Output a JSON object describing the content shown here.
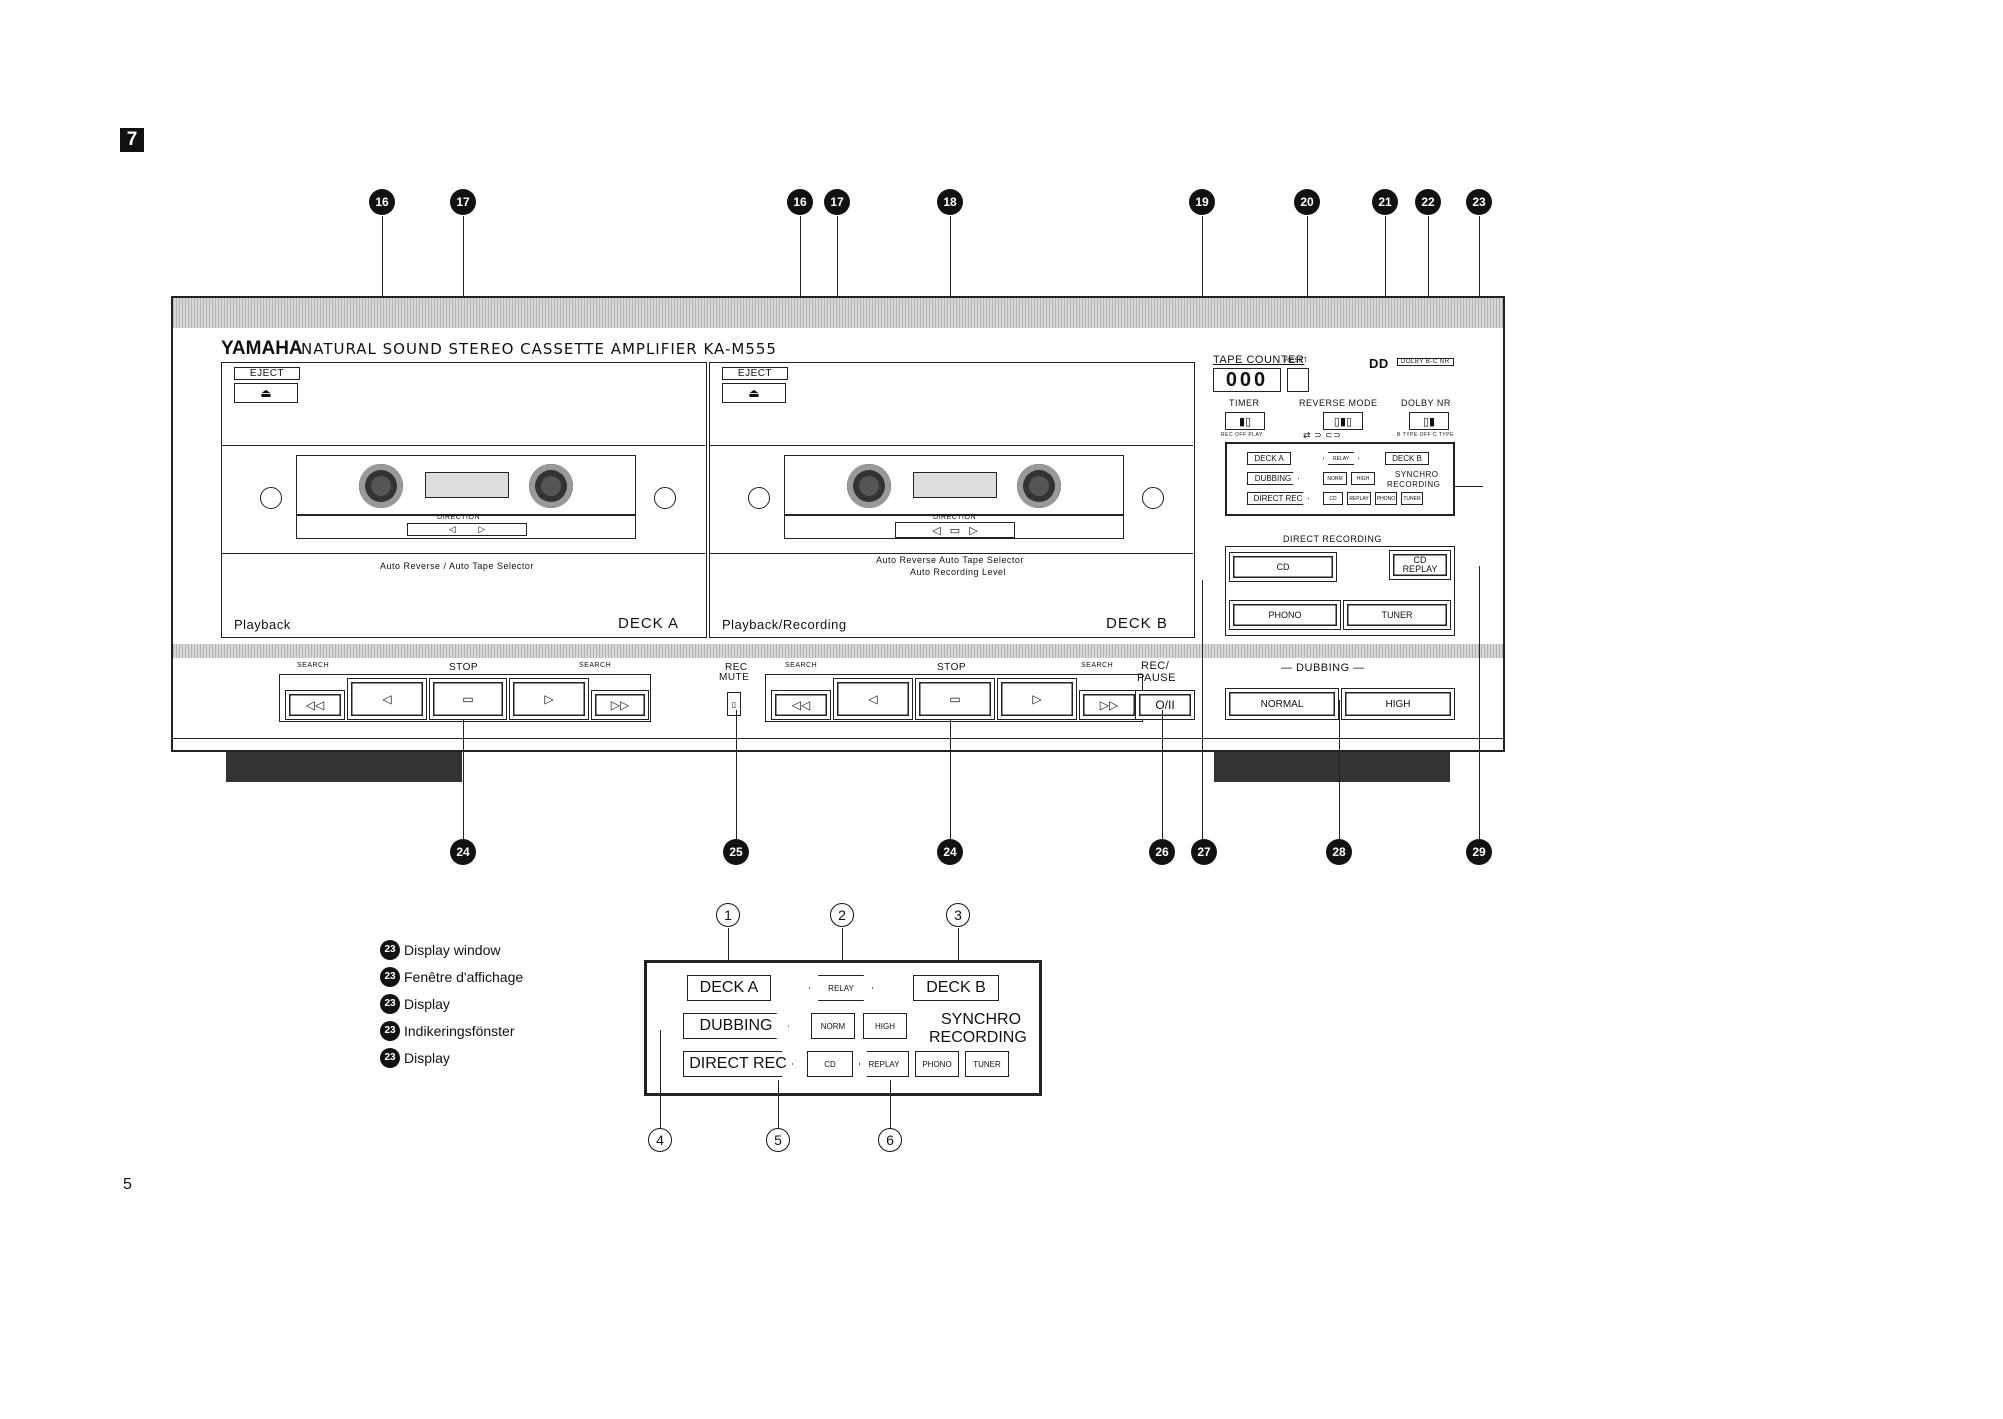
{
  "section_mark": "7",
  "page_number": "5",
  "brand": "YAMAHA",
  "model_title": "NATURAL SOUND STEREO CASSETTE AMPLIFIER KA-M555",
  "callouts_top": [
    "16",
    "17",
    "16",
    "17",
    "18",
    "19",
    "20",
    "21",
    "22",
    "23"
  ],
  "callouts_bottom": [
    "24",
    "25",
    "24",
    "26",
    "27",
    "28",
    "29"
  ],
  "deck_a": {
    "eject": "EJECT",
    "direction": "DIRECTION",
    "feature": "Auto Reverse / Auto Tape Selector",
    "mode": "Playback",
    "name": "DECK A"
  },
  "deck_b": {
    "eject": "EJECT",
    "direction": "DIRECTION",
    "feature_line1": "Auto Reverse  Auto Tape Selector",
    "feature_line2": "Auto Recording Level",
    "mode": "Playback/Recording",
    "name": "DECK B"
  },
  "right_panel": {
    "tape_counter": "TAPE COUNTER",
    "reset": "RESET",
    "counter_digits": "000",
    "dolby_badge": "DOLBY B-C NR",
    "timer": "TIMER",
    "reverse_mode": "REVERSE MODE",
    "dolby_nr": "DOLBY NR",
    "timer_pos": "REC  OFF  PLAY",
    "dolby_pos": "B TYPE  OFF  C TYPE",
    "display": {
      "deck_a": "DECK A",
      "relay": "RELAY",
      "deck_b": "DECK B",
      "dubbing": "DUBBING",
      "norm": "NORM",
      "high": "HIGH",
      "synchro1": "SYNCHRO",
      "synchro2": "RECORDING",
      "direct_rec": "DIRECT REC",
      "cd": "CD",
      "replay": "REPLAY",
      "phono": "PHONO",
      "tuner": "TUNER"
    },
    "direct_recording": "DIRECT RECORDING",
    "cd": "CD",
    "cd_replay1": "CD",
    "cd_replay2": "REPLAY",
    "phono": "PHONO",
    "tuner": "TUNER",
    "dubbing_label": "— DUBBING —",
    "normal": "NORMAL",
    "high": "HIGH"
  },
  "transport": {
    "search": "SEARCH",
    "stop": "STOP",
    "rec_mute1": "REC",
    "rec_mute2": "MUTE",
    "rec_pause1": "REC/",
    "rec_pause2": "PAUSE",
    "rec_pause_sym": "O/II"
  },
  "legend": [
    {
      "num": "23",
      "text": "Display window"
    },
    {
      "num": "23",
      "text": "Fenêtre d'affichage"
    },
    {
      "num": "23",
      "text": "Display"
    },
    {
      "num": "23",
      "text": "Indikeringsfönster"
    },
    {
      "num": "23",
      "text": "Display"
    }
  ],
  "detail": {
    "numbers_top": [
      "1",
      "2",
      "3"
    ],
    "numbers_bottom": [
      "4",
      "5",
      "6"
    ],
    "deck_a": "DECK A",
    "relay": "RELAY",
    "deck_b": "DECK B",
    "dubbing": "DUBBING",
    "norm": "NORM",
    "high": "HIGH",
    "synchro1": "SYNCHRO",
    "synchro2": "RECORDING",
    "direct_rec": "DIRECT REC",
    "cd": "CD",
    "replay": "REPLAY",
    "phono": "PHONO",
    "tuner": "TUNER"
  }
}
